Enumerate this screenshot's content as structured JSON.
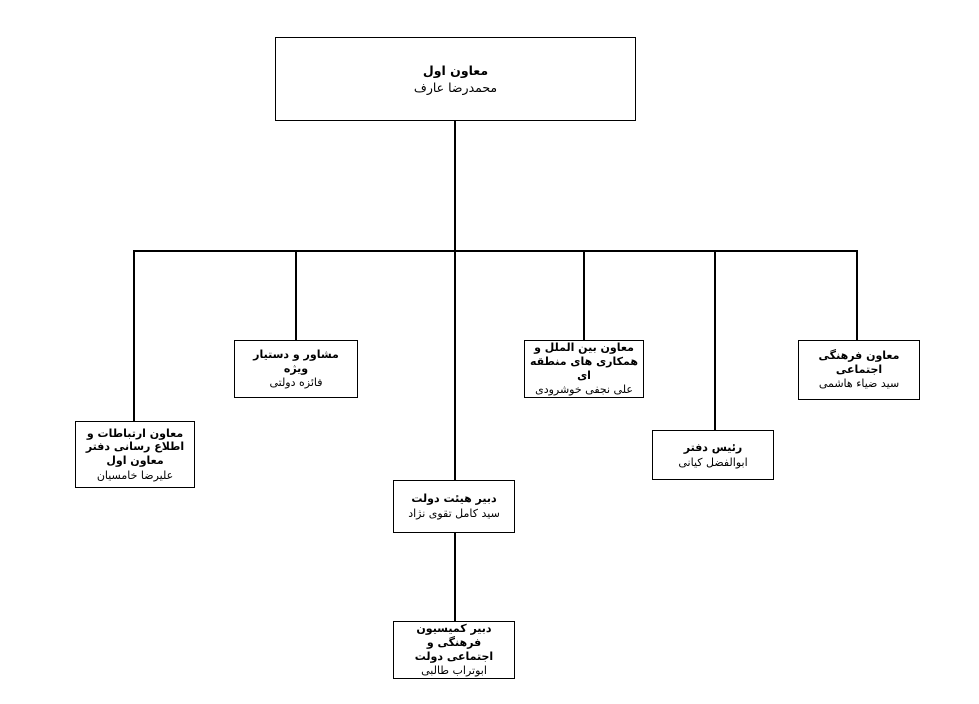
{
  "chart": {
    "type": "org-chart",
    "direction": "rtl",
    "language": "fa",
    "background_color": "#ffffff",
    "line_color": "#000000",
    "box_border_color": "#000000",
    "text_color": "#000000"
  },
  "nodes": {
    "root": {
      "title": "معاون اول",
      "person": "محمدرضا عارف"
    },
    "advisor": {
      "title": "مشاور و دستیار\nویژه",
      "person": "فائزه دولتی"
    },
    "international": {
      "title": "معاون بین الملل و\nهمکاری های منطقه ای",
      "person": "علی نجفی خوشرودی"
    },
    "cultural": {
      "title": "معاون فرهنگی\nاجتماعی",
      "person": "سید ضیاء هاشمی"
    },
    "communications": {
      "title": "معاون ارتباطات و\nاطلاع رسانی دفتر\nمعاون اول",
      "person": "علیرضا خامسیان"
    },
    "office_head": {
      "title": "رئیس دفتر",
      "person": "ابوالفضل کیانی"
    },
    "cabinet_secretary": {
      "title": "دبیر هیئت دولت",
      "person": "سید کامل تقوی نژاد"
    },
    "commission_secretary": {
      "title": "دبیر کمیسیون فرهنگی و\nاجتماعی دولت",
      "person": "ابوتراب طالبی"
    }
  }
}
